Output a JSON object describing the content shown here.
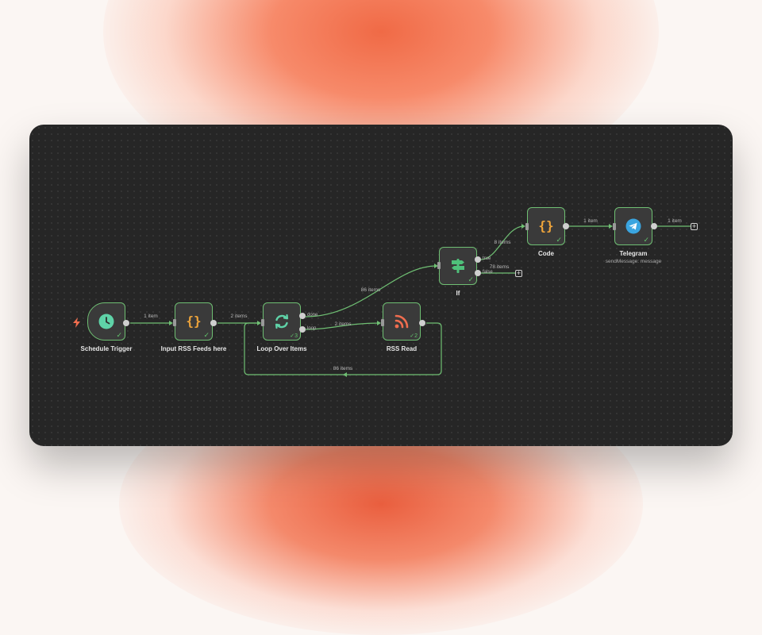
{
  "nodes": {
    "schedule": {
      "title": "Schedule Trigger",
      "icon": "clock-icon",
      "status": "✓"
    },
    "input": {
      "title": "Input RSS Feeds here",
      "icon": "code-braces-icon",
      "status": "✓"
    },
    "loop": {
      "title": "Loop Over Items",
      "icon": "refresh-arrows-icon",
      "count": "3",
      "port_done": "done",
      "port_loop": "loop"
    },
    "rss": {
      "title": "RSS Read",
      "icon": "rss-icon",
      "count": "2"
    },
    "if": {
      "title": "If",
      "icon": "signpost-icon",
      "status": "✓",
      "port_true": "true",
      "port_false": "false"
    },
    "code": {
      "title": "Code",
      "icon": "code-braces-icon",
      "status": "✓"
    },
    "telegram": {
      "title": "Telegram",
      "subtitle": "sendMessage: message",
      "icon": "telegram-icon",
      "status": "✓"
    }
  },
  "edges": {
    "schedule_input": "1 item",
    "input_loop": "2 items",
    "loop_if": "86 items",
    "loop_rss": "2 items",
    "rss_loop": "86 items",
    "if_code": "8 items",
    "if_false": "78 items",
    "code_telegram": "1 item",
    "telegram_out": "1 item"
  },
  "colors": {
    "canvas": "#262626",
    "node_border": "#6fbf73",
    "edge": "#6fbf73",
    "schedule_icon": "#5fd3a8",
    "code_icon": "#f0a53a",
    "loop_icon": "#5fd3a8",
    "rss_icon": "#f06d4f",
    "if_icon": "#4fc07a",
    "telegram_icon": "#3aa5e0",
    "trigger_bolt": "#f06d4f"
  },
  "add_button": "+"
}
